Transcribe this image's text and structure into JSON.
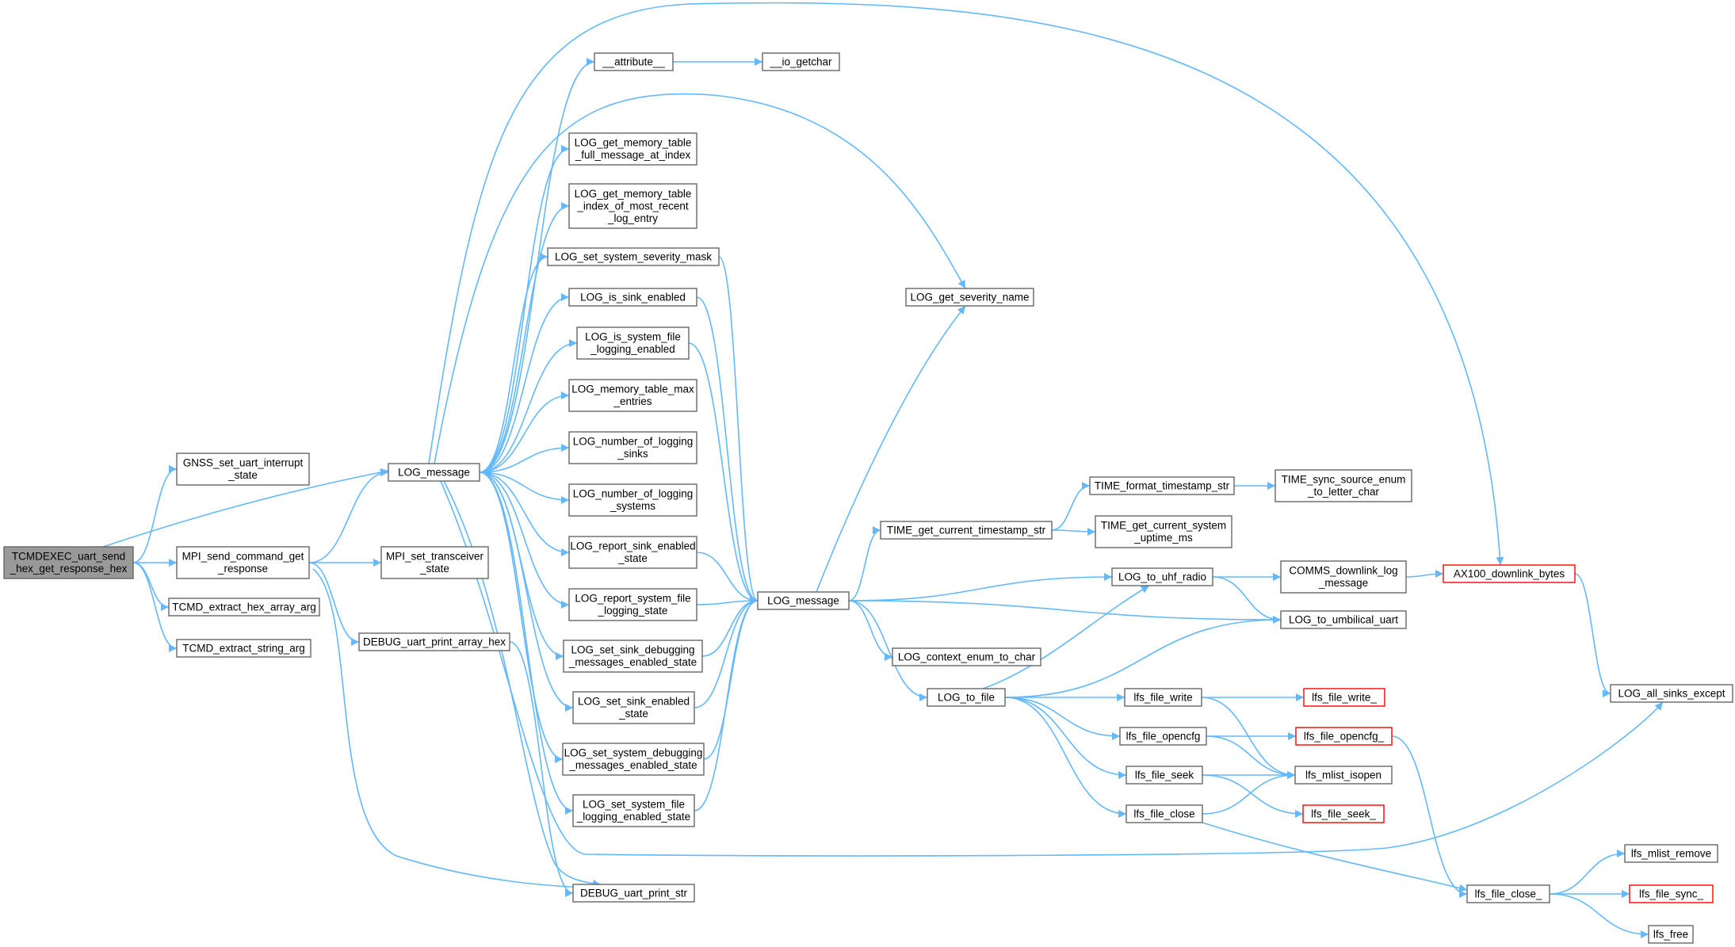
{
  "graph": {
    "nodes": [
      {
        "id": "root",
        "lines": [
          "TCMDEXEC_uart_send",
          "_hex_get_response_hex"
        ],
        "style": "root"
      },
      {
        "id": "gnss",
        "lines": [
          "GNSS_set_uart_interrupt",
          "_state"
        ]
      },
      {
        "id": "mpi_send",
        "lines": [
          "MPI_send_command_get",
          "_response"
        ]
      },
      {
        "id": "tcmd_hex",
        "lines": [
          "TCMD_extract_hex_array_arg"
        ]
      },
      {
        "id": "tcmd_str",
        "lines": [
          "TCMD_extract_string_arg"
        ]
      },
      {
        "id": "logmsg1",
        "lines": [
          "LOG_message"
        ]
      },
      {
        "id": "mpi_trx",
        "lines": [
          "MPI_set_transceiver",
          "_state"
        ]
      },
      {
        "id": "dbg_hex",
        "lines": [
          "DEBUG_uart_print_array_hex"
        ]
      },
      {
        "id": "dbg_str",
        "lines": [
          "DEBUG_uart_print_str"
        ]
      },
      {
        "id": "attr",
        "lines": [
          "__attribute__"
        ]
      },
      {
        "id": "getchar",
        "lines": [
          "__io_getchar"
        ]
      },
      {
        "id": "mt_full",
        "lines": [
          "LOG_get_memory_table",
          "_full_message_at_index"
        ]
      },
      {
        "id": "mt_idx",
        "lines": [
          "LOG_get_memory_table",
          "_index_of_most_recent",
          "_log_entry"
        ]
      },
      {
        "id": "sev_mask",
        "lines": [
          "LOG_set_system_severity_mask"
        ]
      },
      {
        "id": "sink_en",
        "lines": [
          "LOG_is_sink_enabled"
        ]
      },
      {
        "id": "sysfile_en",
        "lines": [
          "LOG_is_system_file",
          "_logging_enabled"
        ]
      },
      {
        "id": "mt_max",
        "lines": [
          "LOG_memory_table_max",
          "_entries"
        ]
      },
      {
        "id": "num_sinks",
        "lines": [
          "LOG_number_of_logging",
          "_sinks"
        ]
      },
      {
        "id": "num_sys",
        "lines": [
          "LOG_number_of_logging",
          "_systems"
        ]
      },
      {
        "id": "rep_sink",
        "lines": [
          "LOG_report_sink_enabled",
          "_state"
        ]
      },
      {
        "id": "rep_sysfile",
        "lines": [
          "LOG_report_system_file",
          "_logging_state"
        ]
      },
      {
        "id": "set_sink_dbg",
        "lines": [
          "LOG_set_sink_debugging",
          "_messages_enabled_state"
        ]
      },
      {
        "id": "set_sink_en",
        "lines": [
          "LOG_set_sink_enabled",
          "_state"
        ]
      },
      {
        "id": "set_sys_dbg",
        "lines": [
          "LOG_set_system_debugging",
          "_messages_enabled_state"
        ]
      },
      {
        "id": "set_sysfile",
        "lines": [
          "LOG_set_system_file",
          "_logging_enabled_state"
        ]
      },
      {
        "id": "sev_name",
        "lines": [
          "LOG_get_severity_name"
        ]
      },
      {
        "id": "logmsg2",
        "lines": [
          "LOG_message"
        ]
      },
      {
        "id": "time_cur",
        "lines": [
          "TIME_get_current_timestamp_str"
        ]
      },
      {
        "id": "time_fmt",
        "lines": [
          "TIME_format_timestamp_str"
        ]
      },
      {
        "id": "time_up",
        "lines": [
          "TIME_get_current_system",
          "_uptime_ms"
        ]
      },
      {
        "id": "time_sync",
        "lines": [
          "TIME_sync_source_enum",
          "_to_letter_char"
        ]
      },
      {
        "id": "ctx_enum",
        "lines": [
          "LOG_context_enum_to_char"
        ]
      },
      {
        "id": "to_file",
        "lines": [
          "LOG_to_file"
        ]
      },
      {
        "id": "to_uhf",
        "lines": [
          "LOG_to_uhf_radio"
        ]
      },
      {
        "id": "to_umb",
        "lines": [
          "LOG_to_umbilical_uart"
        ]
      },
      {
        "id": "comms",
        "lines": [
          "COMMS_downlink_log",
          "_message"
        ]
      },
      {
        "id": "ax100",
        "lines": [
          "AX100_downlink_bytes"
        ],
        "style": "red"
      },
      {
        "id": "all_sinks",
        "lines": [
          "LOG_all_sinks_except"
        ]
      },
      {
        "id": "lfs_write",
        "lines": [
          "lfs_file_write"
        ]
      },
      {
        "id": "lfs_write_",
        "lines": [
          "lfs_file_write_"
        ],
        "style": "red"
      },
      {
        "id": "lfs_opencfg",
        "lines": [
          "lfs_file_opencfg"
        ]
      },
      {
        "id": "lfs_opencfg_",
        "lines": [
          "lfs_file_opencfg_"
        ],
        "style": "red"
      },
      {
        "id": "lfs_seek",
        "lines": [
          "lfs_file_seek"
        ]
      },
      {
        "id": "lfs_mlist",
        "lines": [
          "lfs_mlist_isopen"
        ]
      },
      {
        "id": "lfs_seek_",
        "lines": [
          "lfs_file_seek_"
        ],
        "style": "red"
      },
      {
        "id": "lfs_close",
        "lines": [
          "lfs_file_close"
        ]
      },
      {
        "id": "lfs_close_",
        "lines": [
          "lfs_file_close_"
        ]
      },
      {
        "id": "lfs_mremove",
        "lines": [
          "lfs_mlist_remove"
        ]
      },
      {
        "id": "lfs_sync",
        "lines": [
          "lfs_file_sync_"
        ],
        "style": "red"
      },
      {
        "id": "lfs_free",
        "lines": [
          "lfs_free"
        ]
      }
    ],
    "edges": [
      [
        "root",
        "gnss"
      ],
      [
        "root",
        "logmsg1"
      ],
      [
        "root",
        "mpi_send"
      ],
      [
        "root",
        "tcmd_hex"
      ],
      [
        "root",
        "tcmd_str"
      ],
      [
        "mpi_send",
        "logmsg1"
      ],
      [
        "mpi_send",
        "mpi_trx"
      ],
      [
        "mpi_send",
        "dbg_hex"
      ],
      [
        "mpi_send",
        "dbg_str"
      ],
      [
        "dbg_hex",
        "dbg_str"
      ],
      [
        "logmsg1",
        "attr"
      ],
      [
        "logmsg1",
        "ax100"
      ],
      [
        "logmsg1",
        "sev_name"
      ],
      [
        "logmsg1",
        "mt_full"
      ],
      [
        "logmsg1",
        "mt_idx"
      ],
      [
        "logmsg1",
        "sev_mask"
      ],
      [
        "logmsg1",
        "sink_en"
      ],
      [
        "logmsg1",
        "sysfile_en"
      ],
      [
        "logmsg1",
        "mt_max"
      ],
      [
        "logmsg1",
        "num_sinks"
      ],
      [
        "logmsg1",
        "num_sys"
      ],
      [
        "logmsg1",
        "rep_sink"
      ],
      [
        "logmsg1",
        "rep_sysfile"
      ],
      [
        "logmsg1",
        "set_sink_dbg"
      ],
      [
        "logmsg1",
        "set_sink_en"
      ],
      [
        "logmsg1",
        "set_sys_dbg"
      ],
      [
        "logmsg1",
        "set_sysfile"
      ],
      [
        "logmsg1",
        "all_sinks"
      ],
      [
        "logmsg1",
        "dbg_str"
      ],
      [
        "attr",
        "getchar"
      ],
      [
        "sev_mask",
        "logmsg2"
      ],
      [
        "sink_en",
        "logmsg2"
      ],
      [
        "sysfile_en",
        "logmsg2"
      ],
      [
        "rep_sink",
        "logmsg2"
      ],
      [
        "rep_sysfile",
        "logmsg2"
      ],
      [
        "set_sink_dbg",
        "logmsg2"
      ],
      [
        "set_sink_en",
        "logmsg2"
      ],
      [
        "set_sys_dbg",
        "logmsg2"
      ],
      [
        "set_sysfile",
        "logmsg2"
      ],
      [
        "logmsg2",
        "sev_name"
      ],
      [
        "logmsg2",
        "time_cur"
      ],
      [
        "logmsg2",
        "to_uhf"
      ],
      [
        "logmsg2",
        "to_umb"
      ],
      [
        "logmsg2",
        "ctx_enum"
      ],
      [
        "logmsg2",
        "to_file"
      ],
      [
        "time_cur",
        "time_fmt"
      ],
      [
        "time_cur",
        "time_up"
      ],
      [
        "time_fmt",
        "time_sync"
      ],
      [
        "to_uhf",
        "comms"
      ],
      [
        "to_uhf",
        "to_umb"
      ],
      [
        "comms",
        "ax100"
      ],
      [
        "ax100",
        "all_sinks"
      ],
      [
        "to_file",
        "to_uhf"
      ],
      [
        "to_file",
        "to_umb"
      ],
      [
        "to_file",
        "lfs_write"
      ],
      [
        "to_file",
        "lfs_opencfg"
      ],
      [
        "to_file",
        "lfs_seek"
      ],
      [
        "to_file",
        "lfs_close"
      ],
      [
        "lfs_write",
        "lfs_write_"
      ],
      [
        "lfs_write",
        "lfs_mlist"
      ],
      [
        "lfs_opencfg",
        "lfs_opencfg_"
      ],
      [
        "lfs_opencfg",
        "lfs_mlist"
      ],
      [
        "lfs_seek",
        "lfs_mlist"
      ],
      [
        "lfs_seek",
        "lfs_seek_"
      ],
      [
        "lfs_close",
        "lfs_mlist"
      ],
      [
        "lfs_close",
        "lfs_close_"
      ],
      [
        "lfs_opencfg_",
        "lfs_close_"
      ],
      [
        "lfs_close_",
        "lfs_mremove"
      ],
      [
        "lfs_close_",
        "lfs_sync"
      ],
      [
        "lfs_close_",
        "lfs_free"
      ]
    ]
  }
}
